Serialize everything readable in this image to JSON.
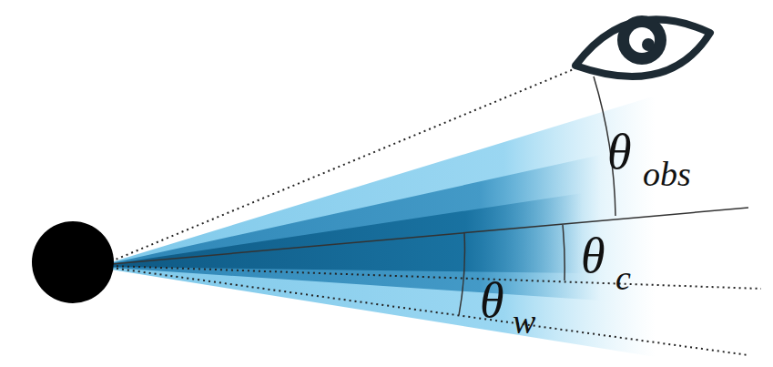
{
  "diagram": {
    "labels": [
      "θ",
      "obs",
      "θ",
      "c",
      "θ",
      "w"
    ]
  }
}
